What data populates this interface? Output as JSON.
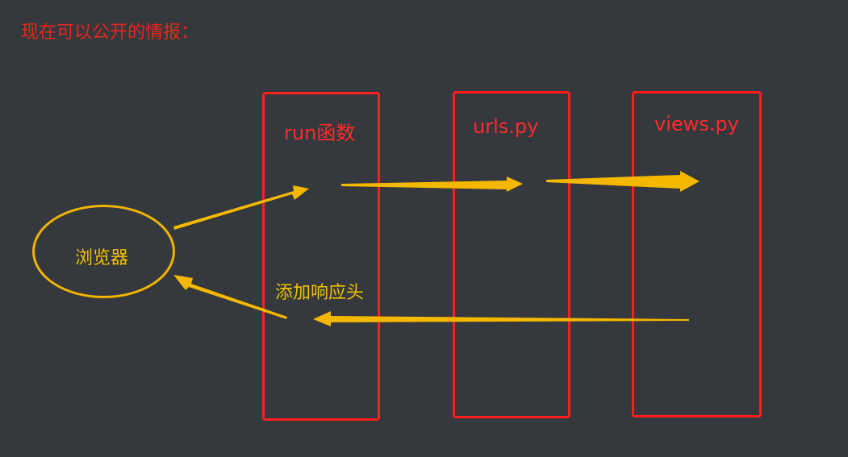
{
  "heading": "现在可以公开的情报：",
  "boxes": {
    "run": "run函数",
    "urls": "urls.py",
    "views": "views.py"
  },
  "browser_label": "浏览器",
  "response_label": "添加响应头",
  "colors": {
    "background": "#35383c",
    "box_border": "#ff1e1e",
    "box_label": "#ff2a2a",
    "arrow": "#f5b800",
    "heading": "#e8261c"
  }
}
